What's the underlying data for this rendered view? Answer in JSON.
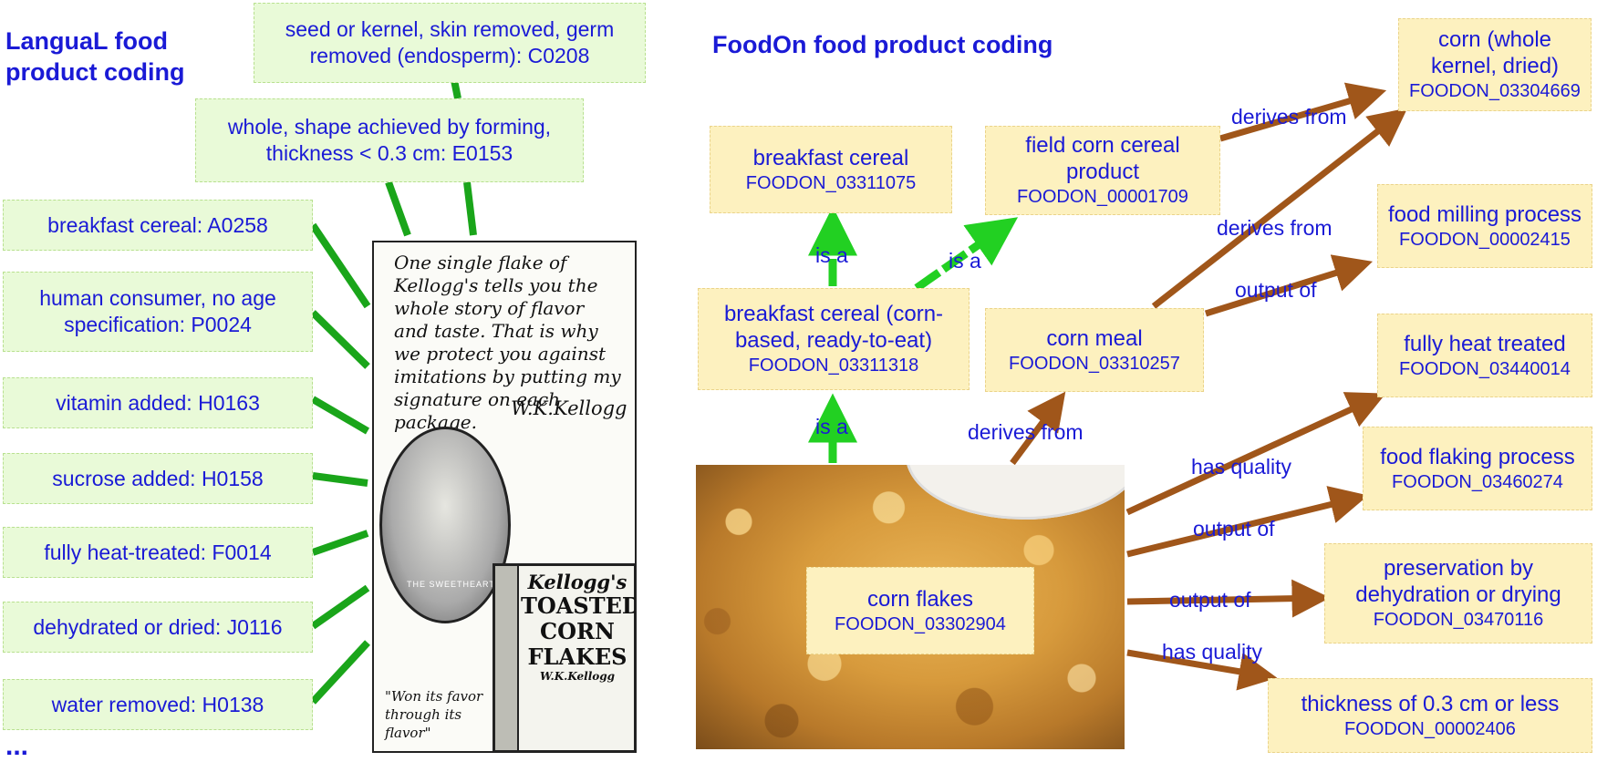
{
  "headings": {
    "langual": "LanguaL food\nproduct coding",
    "foodon": "FoodOn food product coding"
  },
  "langual_codes": [
    {
      "text": "seed or kernel, skin removed, germ removed (endosperm): C0208"
    },
    {
      "text": "whole, shape achieved by forming, thickness < 0.3 cm: E0153"
    },
    {
      "text": "breakfast cereal: A0258"
    },
    {
      "text": "human consumer, no age specification: P0024"
    },
    {
      "text": "vitamin added: H0163"
    },
    {
      "text": "sucrose added: H0158"
    },
    {
      "text": "fully heat-treated: F0014"
    },
    {
      "text": "dehydrated or dried: J0116"
    },
    {
      "text": "water removed: H0138"
    }
  ],
  "more_indicator": "...",
  "advertisement": {
    "script": "One single flake of Kellogg's tells you the whole story of flavor and taste. That is why we protect you against imitations by putting my signature on each package.",
    "signature": "W.K.Kellogg",
    "portrait_caption": "THE SWEETHEART OF THE CORN",
    "quote": "\"Won its favor through its flavor\"",
    "package": {
      "brand": "Kellogg's",
      "line1": "TOASTED",
      "line2": "CORN",
      "line3": "FLAKES",
      "signature": "W.K.Kellogg"
    }
  },
  "foodon_terms": [
    {
      "label": "corn flakes",
      "id": "FOODON_03302904"
    },
    {
      "label": "breakfast cereal (corn-based, ready-to-eat)",
      "id": "FOODON_03311318"
    },
    {
      "label": "breakfast cereal",
      "id": "FOODON_03311075"
    },
    {
      "label": "field corn cereal product",
      "id": "FOODON_00001709"
    },
    {
      "label": "corn (whole kernel, dried)",
      "id": "FOODON_03304669"
    },
    {
      "label": "corn meal",
      "id": "FOODON_03310257"
    },
    {
      "label": "food milling process",
      "id": "FOODON_00002415"
    },
    {
      "label": "fully heat treated",
      "id": "FOODON_03440014"
    },
    {
      "label": "food flaking process",
      "id": "FOODON_03460274"
    },
    {
      "label": "preservation by dehydration or drying",
      "id": "FOODON_03470116"
    },
    {
      "label": "thickness of 0.3 cm or less",
      "id": "FOODON_00002406"
    }
  ],
  "relations": [
    {
      "label": "is a"
    },
    {
      "label": "is a"
    },
    {
      "label": "is a"
    },
    {
      "label": "derives from"
    },
    {
      "label": "derives from"
    },
    {
      "label": "output of"
    },
    {
      "label": "derives from"
    },
    {
      "label": "has quality"
    },
    {
      "label": "output of"
    },
    {
      "label": "output of"
    },
    {
      "label": "has quality"
    }
  ],
  "colors": {
    "text": "#1a1ad6",
    "langual_box": "#e9fad8",
    "foodon_box": "#fdf1bf",
    "langual_line": "#1aa51a",
    "is_a_arrow": "#22d022",
    "relation_arrow": "#a0561a"
  }
}
